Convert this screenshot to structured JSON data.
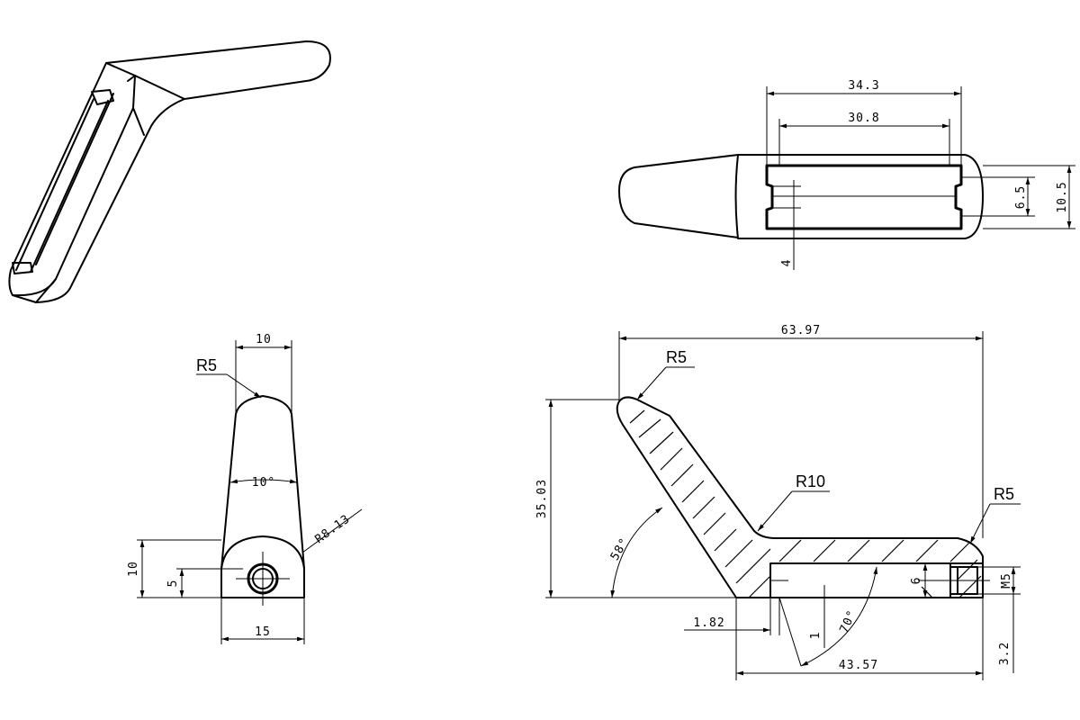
{
  "views": {
    "top": {
      "dims": {
        "width_outer": "34.3",
        "width_inner": "30.8",
        "height_outer": "10.5",
        "height_inner": "6.5",
        "slot": "4"
      }
    },
    "end": {
      "dims": {
        "top_width": "10",
        "bottom_width": "15",
        "height": "10",
        "hole_height": "5",
        "radius_label": "R5",
        "radius2": "R8.13",
        "taper": "10°"
      }
    },
    "side": {
      "dims": {
        "overall_width": "63.97",
        "overall_height": "35.03",
        "bend_angle": "58°",
        "radius_tip": "R5",
        "radius_bend": "R10",
        "radius_end": "R5",
        "thread": "M5",
        "thread_depth": "6",
        "offset": "1.82",
        "step": "1",
        "chamfer_angle": "70°",
        "base_length": "43.57",
        "end_offset": "3.2"
      }
    }
  }
}
